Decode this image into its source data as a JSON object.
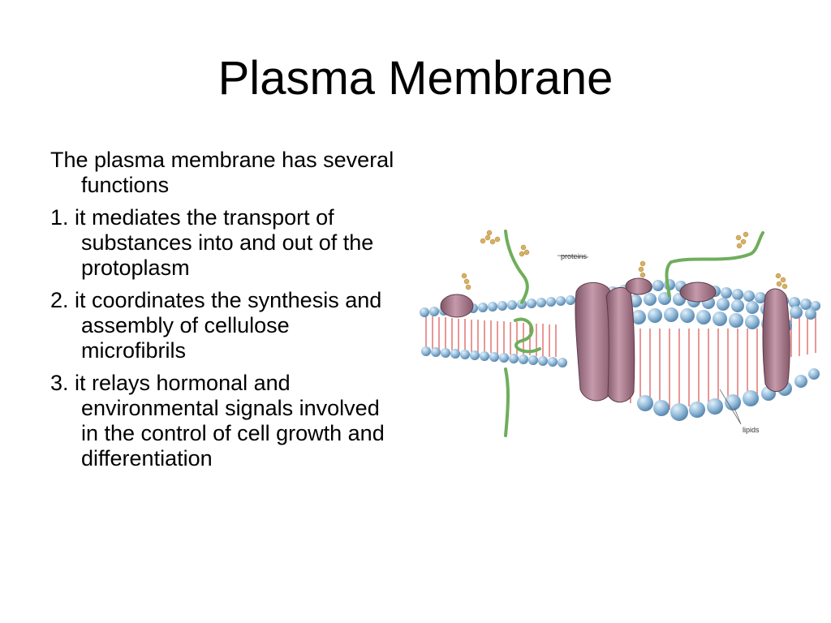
{
  "slide": {
    "title": "Plasma Membrane",
    "paragraphs": [
      "The plasma membrane has several functions",
      "1.  it mediates the transport of substances into and out of the protoplasm",
      "2.  it coordinates the synthesis and assembly of cellulose microfibrils",
      "3.  it relays hormonal and environmental signals involved in the control of cell growth and differentiation"
    ]
  },
  "diagram": {
    "labels": {
      "proteins": "proteins",
      "lipids": "lipids"
    },
    "colors": {
      "lipid_head": "#8fb8d8",
      "lipid_tail": "#d9534f",
      "protein": "#a67b8b",
      "carbohydrate_chain": "#8fc27a",
      "sugar": "#d8b060"
    }
  }
}
